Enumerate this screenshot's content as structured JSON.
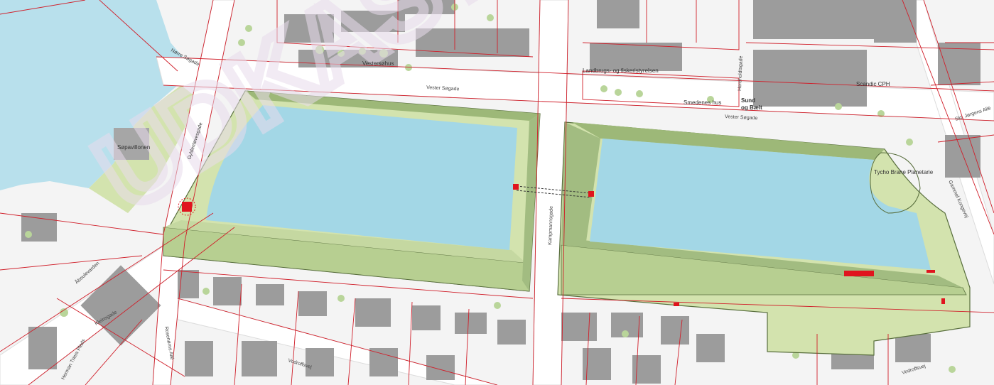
{
  "map": {
    "colors": {
      "water": "#a3d7e6",
      "lake": "#b8e0ec",
      "parcel_line": "#d01f2a",
      "green": "#d3e3ae",
      "green_dark": "#9db878",
      "building": "#999999",
      "road": "#ffffff",
      "marker": "#e0141e",
      "watermark": "#d9c7de"
    },
    "watermark_text": "UDKAST",
    "labels": {
      "vestersohus": "Vestersøhus",
      "landbrugs": "Landbrugs- og fiskeristyrelsen",
      "scandic": "Scandic CPH",
      "smedenes": "Smedenes hus",
      "sund_1": "Sund",
      "sund_2": "og Bælt",
      "hereholdtsgade": "Hereholdtsgade",
      "vester_sogade_1": "Vester Søgade",
      "vester_sogade_2": "Vester Søgade",
      "norre_sogade": "Nørre Søgade",
      "sopavillonen": "Søpavillonen",
      "gyldenlovesgade": "Gyldenløvesgade",
      "tycho": "Tycho Brahe Planetarie",
      "gammel_kongevej": "Gammel Kongevej",
      "skt_jorgens": "Skt. Jørgens Allé",
      "kampmannsgade": "Kampmannsgade",
      "abousvej": "Åboulevarden",
      "kleinsgade": "Kleinsgade",
      "rosenorns": "Rosenørns Allé",
      "herman_triers": "Herman Triers Plads",
      "vodroffsvej_1": "Vodroffsvej",
      "vodroffsvej_2": "Vodroffsvej"
    }
  }
}
